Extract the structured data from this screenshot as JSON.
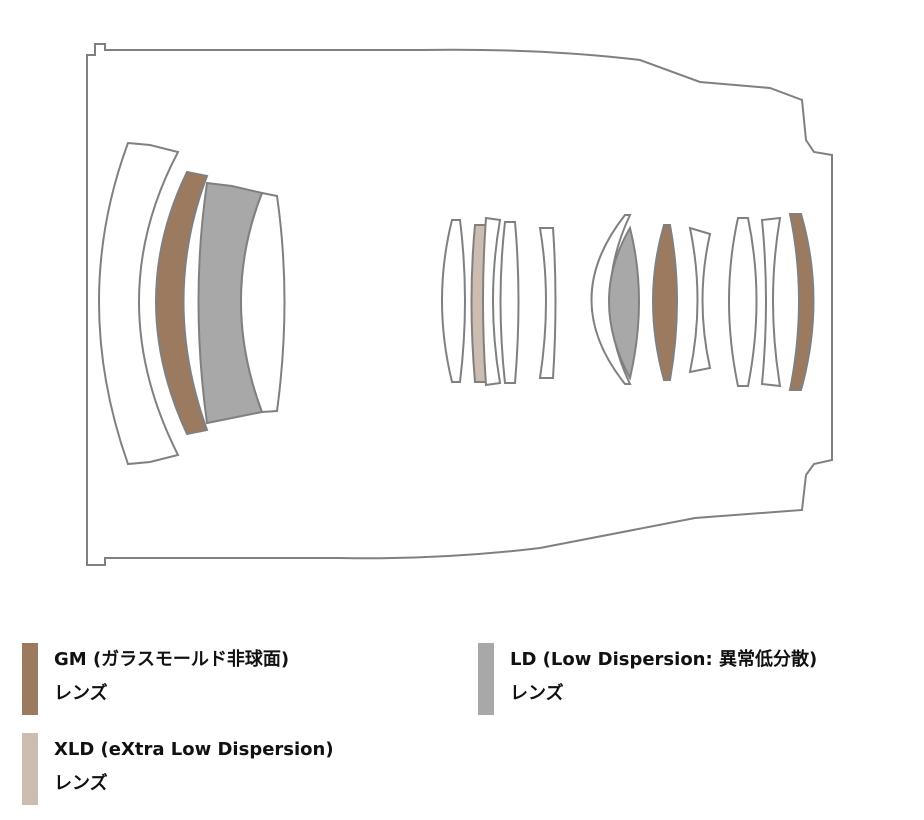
{
  "colors": {
    "outline": "#808080",
    "gm": "#9b7a5f",
    "ld": "#a8a8a8",
    "xld": "#cdbdb1",
    "background": "#ffffff"
  },
  "legend": [
    {
      "key": "gm",
      "line1": "GM (ガラスモールド非球面)",
      "line2": "レンズ"
    },
    {
      "key": "ld",
      "line1": "LD (Low Dispersion: 異常低分散)",
      "line2": "レンズ"
    },
    {
      "key": "xld",
      "line1": "XLD (eXtra Low Dispersion)",
      "line2": "レンズ"
    }
  ]
}
